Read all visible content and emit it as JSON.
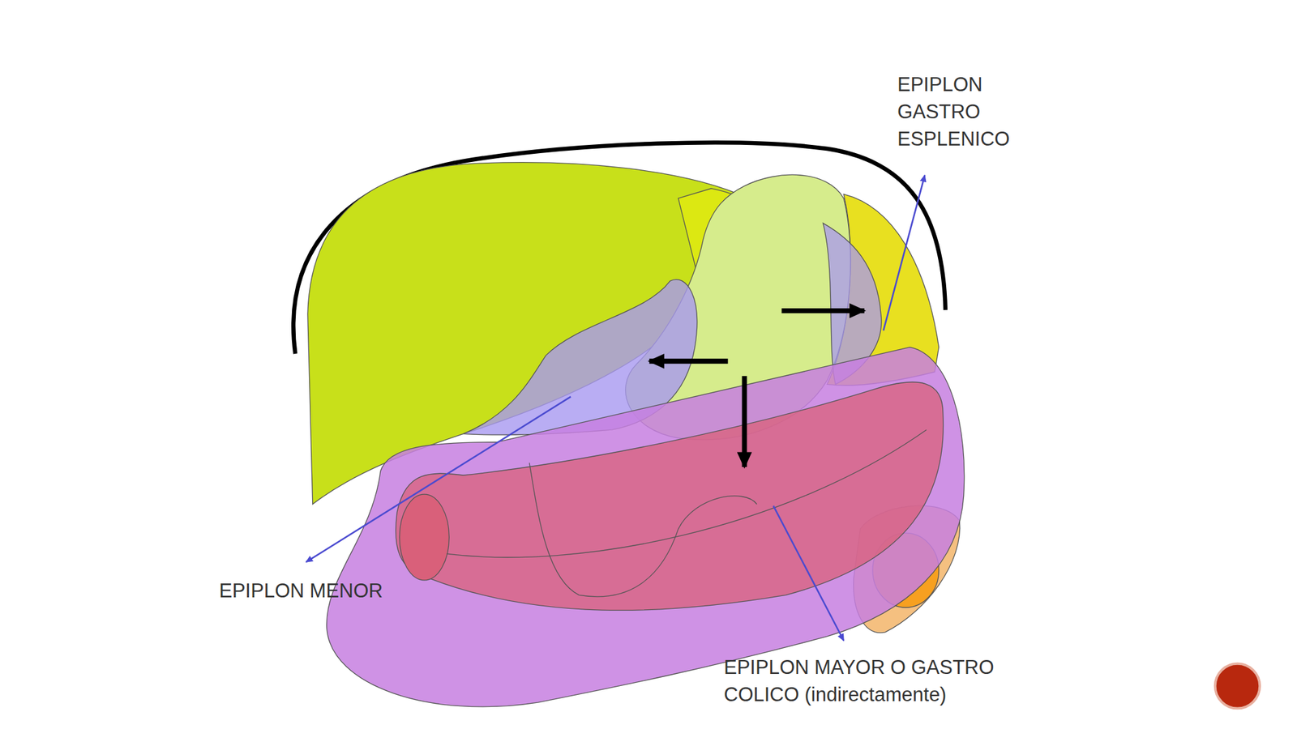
{
  "diagram": {
    "labels": [
      "EPIPLON GASTRO ESPLENICO",
      "EPIPLON MENOR",
      "EPIPLON MAYOR O GASTRO COLICO (indirectamente)"
    ]
  }
}
